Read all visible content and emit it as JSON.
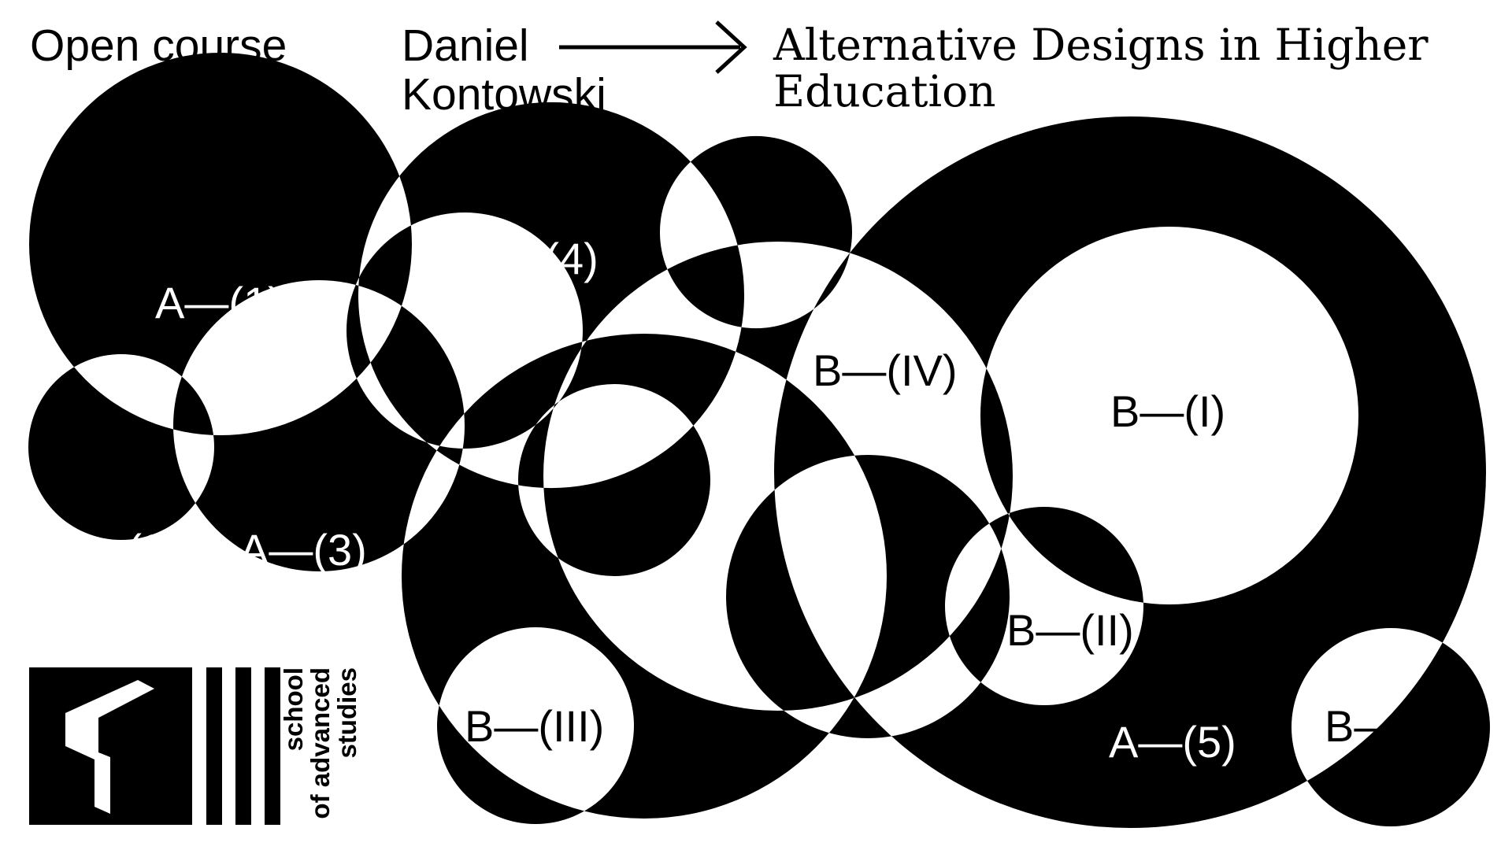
{
  "header": {
    "left_label": "Open course",
    "author_first": "Daniel",
    "author_last": "Kontowski",
    "title_line1": "Alternative Designs in Higher",
    "title_line2": "Education"
  },
  "labels": {
    "a1": "A—(1)",
    "a2": "A—(2)",
    "a3": "A—(3)",
    "a4": "A—(4)",
    "a5": "A—(5)",
    "b1": "B—(I)",
    "b2": "B—(II)",
    "b3": "B—(III)",
    "b4": "B—(IV)",
    "b5_partial": "B—"
  },
  "logo": {
    "line1": "school",
    "line2": "of advanced",
    "line3": "studies"
  },
  "colors": {
    "ink": "#000000",
    "paper": "#ffffff"
  }
}
